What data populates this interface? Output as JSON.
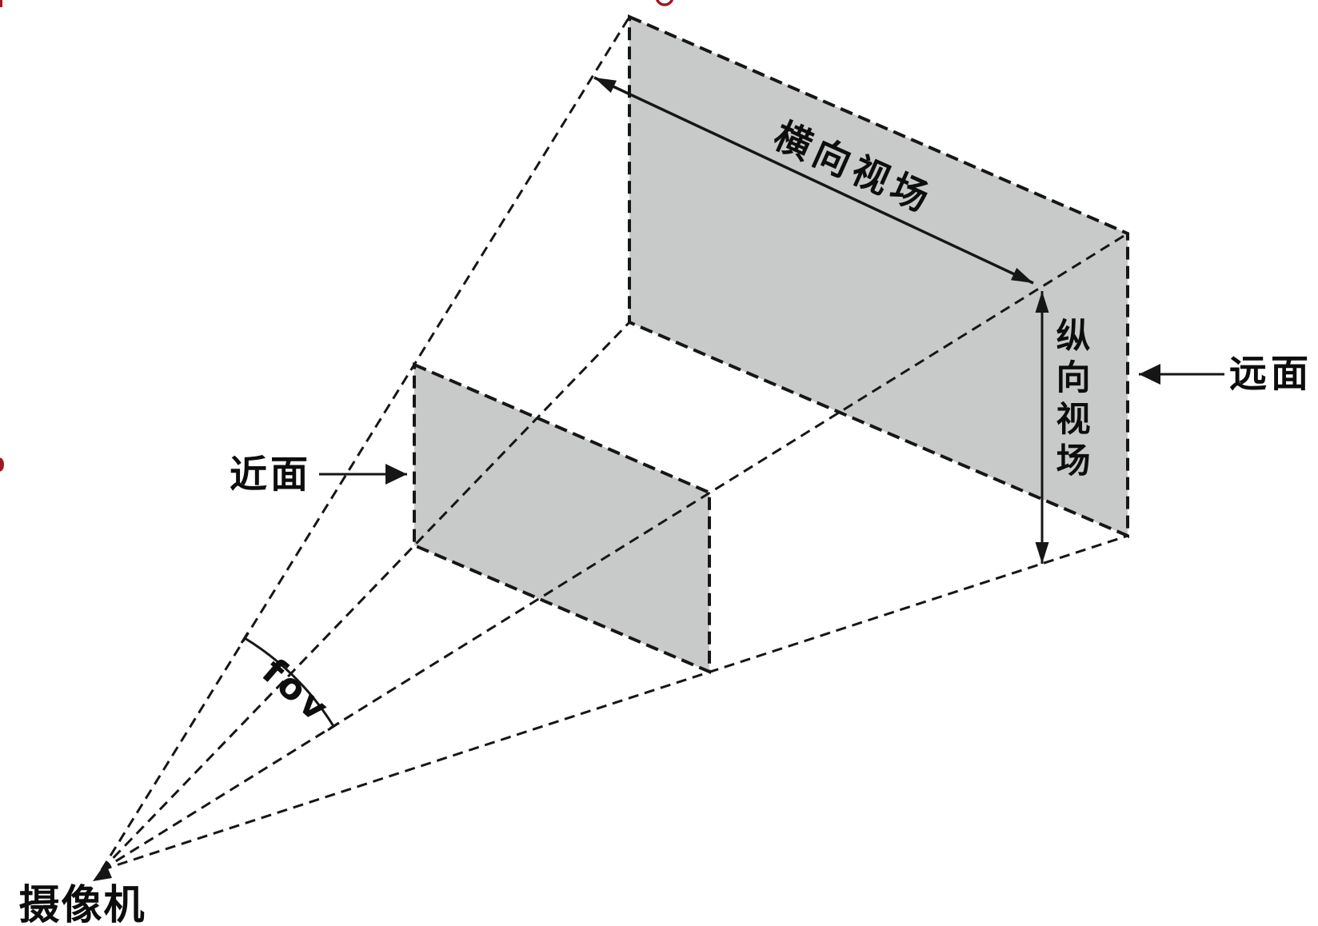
{
  "labels": {
    "camera": "摄像机",
    "near_plane": "近面",
    "far_plane": "远面",
    "horizontal_fov": "横向视场",
    "vertical_fov": "纵向视场",
    "fov_angle": "fov"
  },
  "colors": {
    "plane_fill": "#c8cac9",
    "line": "#161616",
    "text": "#0d0d0d",
    "edge_fragment_red": "#9a1b23",
    "background": "#ffffff"
  }
}
